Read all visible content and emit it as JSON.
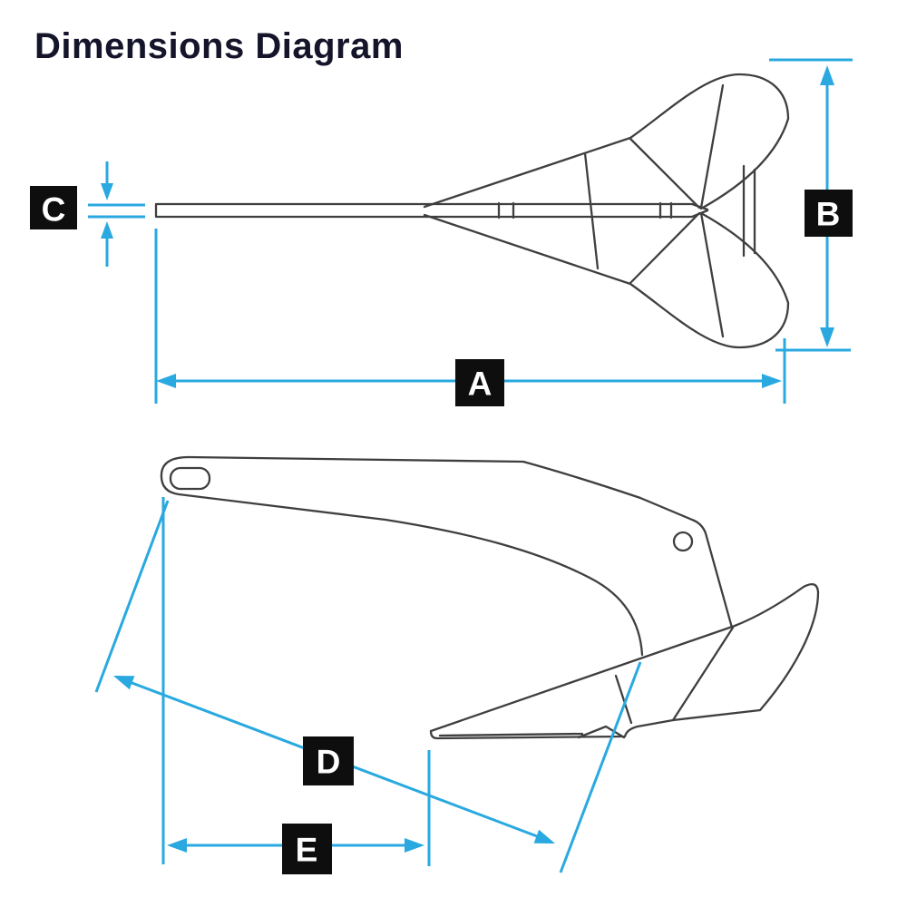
{
  "title": "Dimensions Diagram",
  "dimension_labels": {
    "a": "A",
    "b": "B",
    "c": "C",
    "d": "D",
    "e": "E"
  },
  "colors": {
    "dimension_line": "#29A9E0",
    "anchor_outline": "#3F3F3F",
    "label_background": "#0E0E0E",
    "label_text": "#FFFFFF",
    "title_text": "#14142B",
    "background": "#FFFFFF"
  }
}
